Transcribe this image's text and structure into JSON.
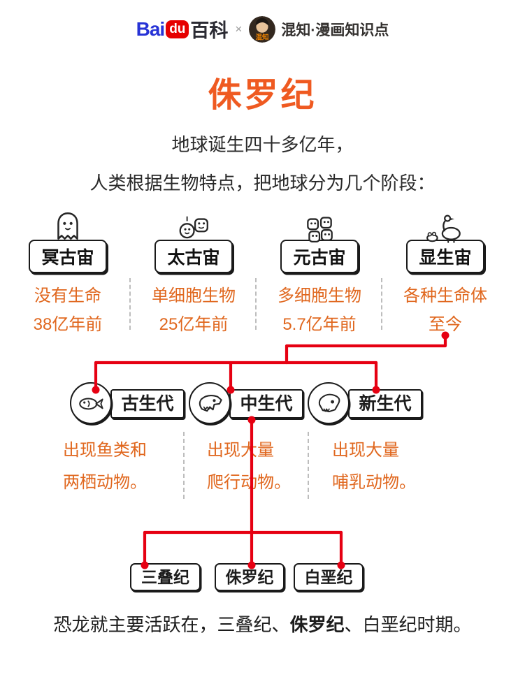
{
  "header": {
    "logo_bai": "Bai",
    "logo_du": "du",
    "logo_baike": "百科",
    "multiply": "×",
    "avatar_text": "混知",
    "brand": "混知·漫画知识点"
  },
  "title": "侏罗纪",
  "intro": {
    "line1": "地球诞生四十多亿年，",
    "line2": "人类根据生物特点，把地球分为几个阶段："
  },
  "eons": [
    {
      "name": "冥古宙",
      "icon": "ghost-icon",
      "desc1": "没有生命",
      "desc2": "38亿年前"
    },
    {
      "name": "太古宙",
      "icon": "single-cell-icon",
      "desc1": "单细胞生物",
      "desc2": "25亿年前"
    },
    {
      "name": "元古宙",
      "icon": "multi-cell-icon",
      "desc1": "多细胞生物",
      "desc2": "5.7亿年前"
    },
    {
      "name": "显生宙",
      "icon": "animals-icon",
      "desc1": "各种生命体",
      "desc2": "至今"
    }
  ],
  "eras": [
    {
      "name": "古生代",
      "icon": "fish-icon",
      "desc1": "出现鱼类和",
      "desc2": "两栖动物。"
    },
    {
      "name": "中生代",
      "icon": "dinosaur-skull-icon",
      "desc1": "出现大量",
      "desc2": "爬行动物。"
    },
    {
      "name": "新生代",
      "icon": "mammal-skull-icon",
      "desc1": "出现大量",
      "desc2": "哺乳动物。"
    }
  ],
  "periods": [
    {
      "name": "三叠纪"
    },
    {
      "name": "侏罗纪"
    },
    {
      "name": "白垩纪"
    }
  ],
  "footer": {
    "prefix": "恐龙就主要活跃在，三叠纪、",
    "highlight": "侏罗纪",
    "suffix": "、白垩纪时期。"
  },
  "colors": {
    "accent_orange": "#e0671e",
    "title_orange": "#ef5a21",
    "line_red": "#e60012",
    "ink": "#1a1a1a",
    "baidu_blue": "#2733d6",
    "baidu_red": "#e60000"
  }
}
